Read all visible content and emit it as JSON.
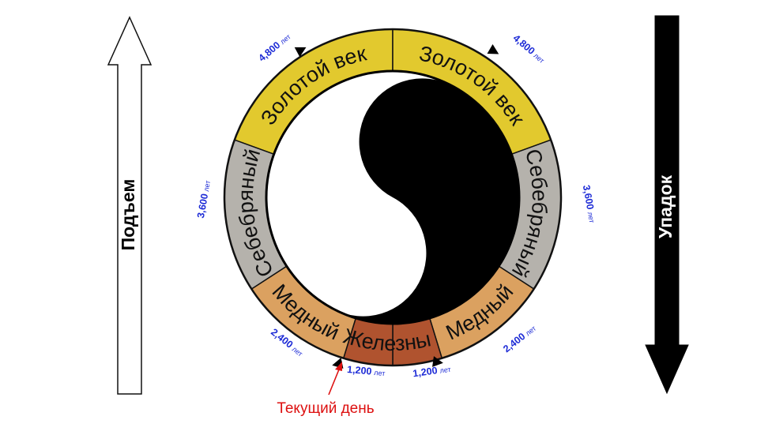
{
  "colors": {
    "gold": "#e2c92e",
    "silver": "#b5b2ac",
    "copper": "#dba160",
    "iron": "#b0532f",
    "duration_text": "#1d2bd6",
    "current_day": "#dd1010",
    "outline": "#111111"
  },
  "ascent": {
    "label": "Подъем"
  },
  "descent": {
    "label": "Упадок"
  },
  "current_day": {
    "label": "Текущий день"
  },
  "segments": [
    {
      "id": "gold-left",
      "label": "Золотой век",
      "color": "gold",
      "a0": 180,
      "a1": 270,
      "fs": 27
    },
    {
      "id": "gold-right",
      "label": "Золотой век",
      "color": "gold",
      "a0": 270,
      "a1": 360,
      "fs": 27
    },
    {
      "id": "silver-right",
      "label": "Себебряный",
      "color": "silver",
      "a0": 0,
      "a1": 67.5,
      "fs": 25
    },
    {
      "id": "copper-right",
      "label": "Медный",
      "color": "copper",
      "a0": 67.5,
      "a1": 112.5,
      "fs": 25
    },
    {
      "id": "copper-left",
      "label": "Медный",
      "color": "copper",
      "a0": 67.5,
      "a1": 112.5,
      "fs": 25
    },
    {
      "id": "silver-left",
      "label": "Себебряный",
      "color": "silver",
      "a0": 112.5,
      "a1": 180,
      "fs": 25
    },
    {
      "id": "iron-left",
      "label": "Железный",
      "color": "iron",
      "a0": 0,
      "a1": 0,
      "fs": 22
    },
    {
      "id": "iron-right",
      "label": "",
      "color": "iron",
      "a0": 0,
      "a1": 0,
      "fs": 22
    }
  ],
  "durations": [
    {
      "id": "dur-gold-left",
      "num": "4,800",
      "unit": "лет"
    },
    {
      "id": "dur-gold-right",
      "num": "4,800",
      "unit": "лет"
    },
    {
      "id": "dur-silver-left",
      "num": "3,600",
      "unit": "лет"
    },
    {
      "id": "dur-silver-right",
      "num": "3,600",
      "unit": "лет"
    },
    {
      "id": "dur-copper-left",
      "num": "2,400",
      "unit": "лет"
    },
    {
      "id": "dur-copper-right",
      "num": "2,400",
      "unit": "лет"
    },
    {
      "id": "dur-iron-left",
      "num": "1,200",
      "unit": "лет"
    },
    {
      "id": "dur-iron-right",
      "num": "1,200",
      "unit": "лет"
    }
  ]
}
